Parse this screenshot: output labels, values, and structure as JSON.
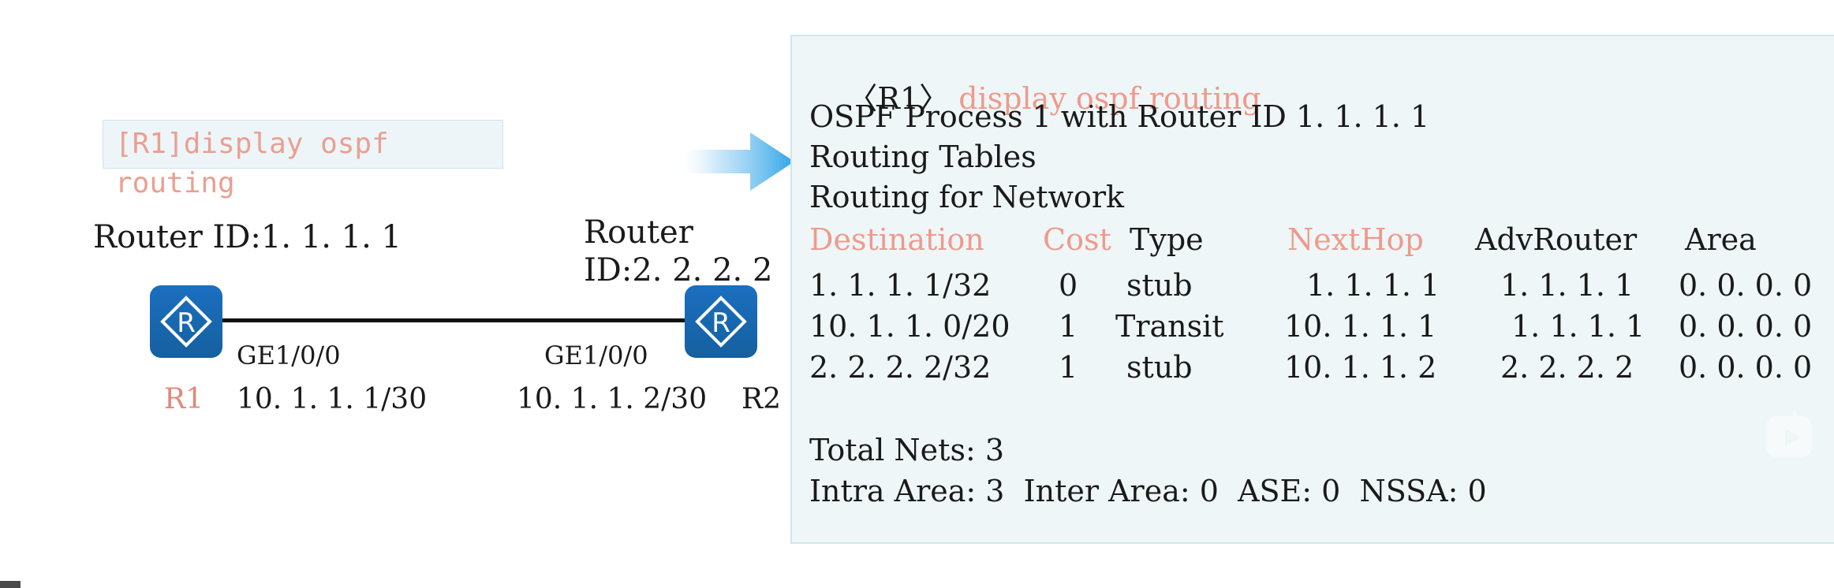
{
  "diagram": {
    "command_box": {
      "line1": "[R1]display ospf",
      "line2": "routing",
      "color": "#e8a093"
    },
    "left_router": {
      "router_id_label": "Router ID:1. 1. 1. 1",
      "name": "R1",
      "name_color": "#e0887a",
      "interface": "GE1/0/0",
      "ip": "10. 1. 1. 1/30",
      "icon": "router-icon"
    },
    "right_router": {
      "router_id_line1": "Router",
      "router_id_line2": "ID:2. 2. 2. 2",
      "name": "R2",
      "name_color": "#1a1a1a",
      "interface": "GE1/0/0",
      "ip": "10. 1. 1. 2/30",
      "icon": "router-icon"
    },
    "arrow": "arrow-right-icon",
    "link": "ethernet-link"
  },
  "terminal": {
    "prompt": "〈R1〉",
    "command": "display ospf routing",
    "header_lines": [
      "OSPF Process 1 with Router ID 1. 1. 1. 1",
      "Routing Tables",
      "Routing for Network"
    ],
    "columns": [
      {
        "label": "Destination",
        "accent": true
      },
      {
        "label": "Cost",
        "accent": true
      },
      {
        "label": "Type",
        "accent": false
      },
      {
        "label": "NextHop",
        "accent": true
      },
      {
        "label": "AdvRouter",
        "accent": false
      },
      {
        "label": "Area",
        "accent": false
      }
    ],
    "rows": [
      {
        "destination": "1. 1. 1. 1/32",
        "cost": "0",
        "type": "stub",
        "nexthop": "1. 1. 1. 1",
        "advrouter": "1. 1. 1. 1",
        "area": "0. 0. 0. 0"
      },
      {
        "destination": "10. 1. 1. 0/20",
        "cost": "1",
        "type": "Transit",
        "nexthop": "10. 1. 1. 1",
        "advrouter": "1. 1. 1. 1",
        "area": "0. 0. 0. 0"
      },
      {
        "destination": "2. 2. 2. 2/32",
        "cost": "1",
        "type": "stub",
        "nexthop": "10. 1. 1. 2",
        "advrouter": "2. 2. 2. 2",
        "area": "0. 0. 0. 0"
      }
    ],
    "summary": {
      "total_nets": "Total Nets: 3",
      "areas": "Intra Area: 3  Inter Area: 0  ASE: 0  NSSA: 0"
    },
    "panel_bg": "#eff6f8",
    "panel_border": "#cfe6ee",
    "accent_color": "#ef9a8c"
  }
}
